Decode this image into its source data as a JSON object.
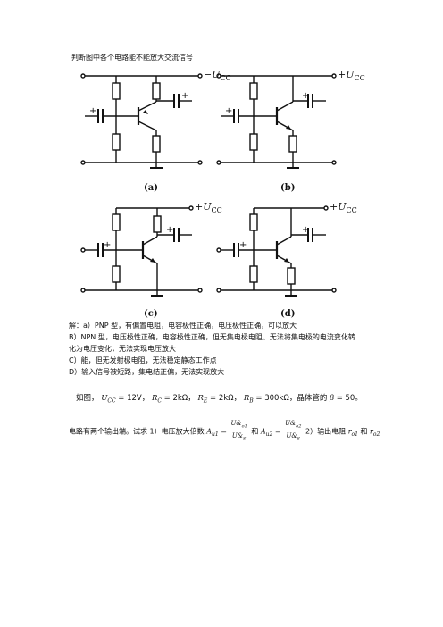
{
  "question1": "判断图中各个电路能不能放大交流信号",
  "vcc_neg": "−U",
  "vcc_pos": "+U",
  "vcc_sub": "CC",
  "plus": "+",
  "captions": [
    "(a)",
    "(b)",
    "(c)",
    "(d)"
  ],
  "answers": [
    "解：a）PNP 型，有偏置电阻，电容极性正确，电压极性正确，可以放大",
    "B）NPN 型，电压极性正确，电容极性正确，但无集电极电阻、无法将集电极的电流变化转",
    "化为电压变化，无法实现电压放大",
    "C）能，但无发射极电阻，无法稳定静态工作点",
    "D）输入信号被短路，集电结正偏，无法实现放大"
  ],
  "q2": {
    "intro": "如图，",
    "vcc": "U",
    "vcc_sub": "CC",
    "vcc_val": " = 12V，",
    "rc": "R",
    "rc_sub": "C",
    "rc_val": " = 2kΩ，",
    "re": "R",
    "re_sub": "E",
    "re_val": " = 2kΩ，",
    "rb": "R",
    "rb_sub": "B",
    "rb_val": " = 300kΩ，晶体管的",
    "beta": "β",
    "beta_val": " = 50。",
    "line2_start": "电路有两个输出端。试求 1）电压放大倍数",
    "a1": "A",
    "a1_sub": "u1",
    "eq": " = ",
    "num": "U&",
    "num_sub1": "o1",
    "den": "U&",
    "den_sub": "S",
    "and": "和",
    "a2": "A",
    "a2_sub": "u2",
    "num_sub2": "o2",
    "part2": "2）输出电阻",
    "r1": "r",
    "r1_sub": "o1",
    "r2": "r",
    "r2_sub": "o2"
  }
}
